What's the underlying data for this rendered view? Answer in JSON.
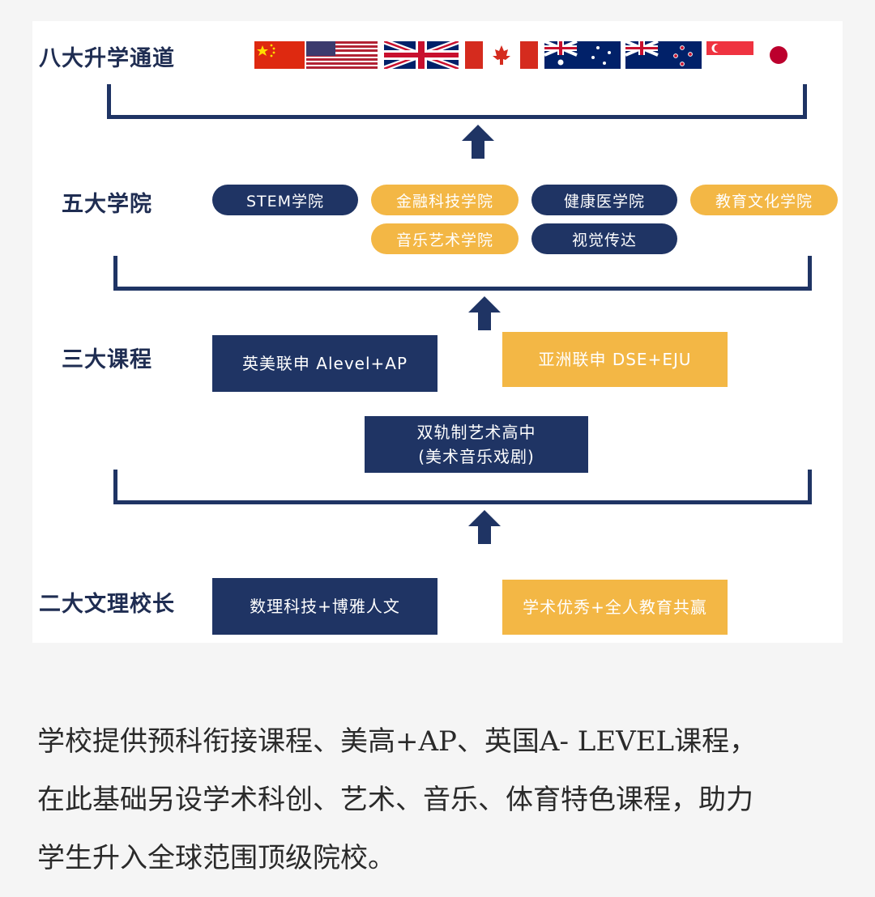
{
  "diagram": {
    "rows": {
      "r1": "八大升学通道",
      "r2": "五大学院",
      "r3": "三大课程",
      "r4": "二大文理校长"
    },
    "flags": [
      "china-flag",
      "usa-flag",
      "uk-flag",
      "canada-flag",
      "australia-flag",
      "new-zealand-flag",
      "singapore-flag",
      "japan-flag"
    ],
    "colleges": {
      "c1": "STEM学院",
      "c2": "金融科技学院",
      "c3": "健康医学院",
      "c4": "教育文化学院",
      "c5": "音乐艺术学院",
      "c6": "视觉传达"
    },
    "courses": {
      "k1": "英美联申 Alevel+AP",
      "k2": "亚洲联申 DSE+EJU",
      "k3_line1": "双轨制艺术高中",
      "k3_line2": "(美术音乐戏剧)"
    },
    "principals": {
      "p1": "数理科技+博雅人文",
      "p2": "学术优秀+全人教育共赢"
    },
    "colors": {
      "navy": "#1f3464",
      "gold": "#f3b745"
    }
  },
  "caption": {
    "line1": "学校提供预科衔接课程、美高+AP、英国A- LEVEL课程，",
    "line2": "在此基础另设学术科创、艺术、音乐、体育特色课程，助力",
    "line3": "学生升入全球范围顶级院校。"
  }
}
